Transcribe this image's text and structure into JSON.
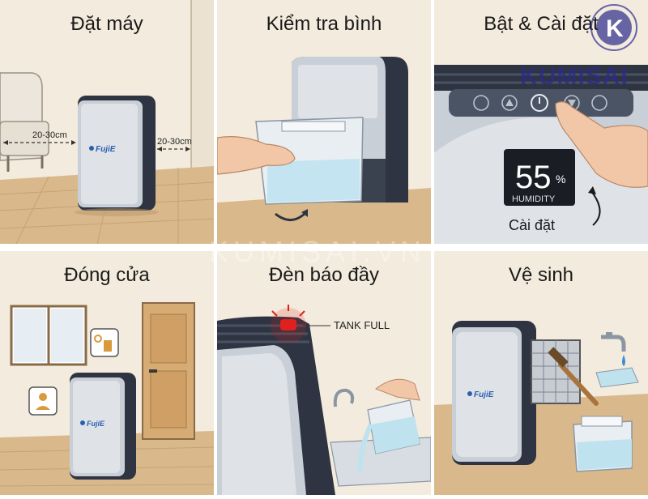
{
  "panels": [
    {
      "title": "Đặt máy",
      "distance_left": "20-30cm",
      "distance_right": "20-30cm",
      "brand": "FujiE"
    },
    {
      "title": "Kiểm tra bình"
    },
    {
      "title": "Bật & Cài đặt",
      "humidity_value": "55",
      "humidity_unit": "%",
      "humidity_label": "HUMIDITY",
      "setting_label": "Cài đặt"
    },
    {
      "title": "Đóng cửa",
      "brand": "FujiE"
    },
    {
      "title": "Đèn báo đầy",
      "tank_full_label": "TANK FULL"
    },
    {
      "title": "Vệ sinh",
      "brand": "FujiE"
    }
  ],
  "logo": {
    "letter": "K",
    "name": "KUMISAI"
  },
  "watermark": "KUMISAI.VN",
  "colors": {
    "background": "#f3ebdd",
    "device_body": "#c9cfd6",
    "device_dark": "#2e3442",
    "floor": "#d9b98c",
    "brand_blue": "#2b5fb0",
    "alarm_red": "#e0201e",
    "water": "#bfe2ef"
  }
}
